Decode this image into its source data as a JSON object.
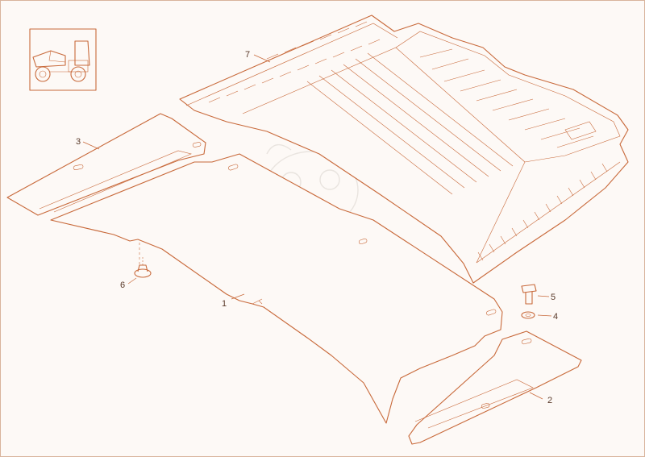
{
  "callouts": [
    {
      "label": "1"
    },
    {
      "label": "2"
    },
    {
      "label": "3"
    },
    {
      "label": "4"
    },
    {
      "label": "5"
    },
    {
      "label": "6"
    },
    {
      "label": "7"
    }
  ],
  "colors": {
    "line": "#c8693a",
    "background": "#fdf9f6",
    "text": "#5a3a2a",
    "watermark": "#e9e4df"
  }
}
